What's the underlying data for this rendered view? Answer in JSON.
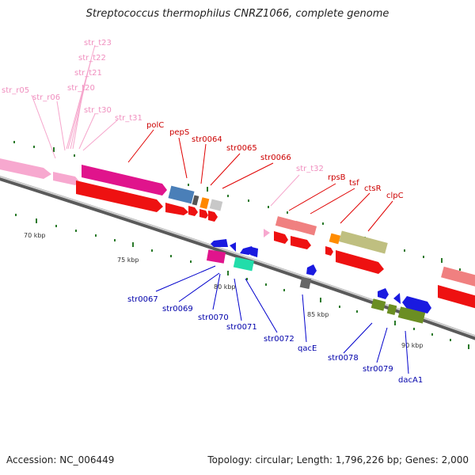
{
  "title": "Streptococcus thermophilus CNRZ1066, complete genome",
  "footer": {
    "accession": "Accession: NC_006449",
    "stats": "Topology: circular; Length: 1,796,226 bp; Genes: 2,000"
  },
  "colors": {
    "rna_label": "#f08fbf",
    "forward_label": "#cc0000",
    "reverse_label": "#0000aa",
    "backbone": "#888888",
    "tick": "#2a7a2a"
  },
  "scale_labels": [
    "70 kbp",
    "75 kbp",
    "80 kbp",
    "85 kbp",
    "90 kbp"
  ],
  "rna_labels": [
    "str_r05",
    "str_r06",
    "str_t23",
    "str_t22",
    "str_t21",
    "str_t20",
    "str_t30",
    "str_t31",
    "str_t32"
  ],
  "forward_labels": [
    "polC",
    "pepS",
    "str0064",
    "str0065",
    "str0066",
    "rpsB",
    "tsf",
    "ctsR",
    "clpC"
  ],
  "reverse_labels": [
    "str0067",
    "str0069",
    "str0070",
    "str0071",
    "str0072",
    "qacE",
    "str0078",
    "str0079",
    "dacA1"
  ]
}
